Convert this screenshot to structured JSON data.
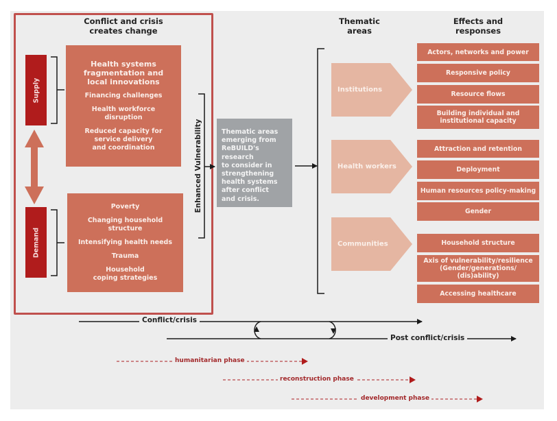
{
  "left_panel": {
    "title": "Conflict and crisis\ncreates change",
    "supply_label": "Supply",
    "demand_label": "Demand",
    "supply_items": [
      {
        "text": "Health systems\nfragmentation and\nlocal innovations",
        "emphasis": true
      },
      {
        "text": "Financing challenges",
        "emphasis": false
      },
      {
        "text": "Health workforce\ndisruption",
        "emphasis": false
      },
      {
        "text": "Reduced capacity for\nservice delivery\nand coordination",
        "emphasis": false
      }
    ],
    "demand_items": [
      {
        "text": "Poverty"
      },
      {
        "text": "Changing household\nstructure"
      },
      {
        "text": "Intensifying health needs"
      },
      {
        "text": "Trauma"
      },
      {
        "text": "Household\ncoping strategies"
      }
    ]
  },
  "vulnerability_label": "Enhanced Vulnerability",
  "center_box": {
    "text": "Thematic areas\nemerging from\nReBUILD's research\nto consider in\nstrengthening\nhealth systems\nafter conflict\nand crisis."
  },
  "thematic_heading": "Thematic\nareas",
  "effects_heading": "Effects and\nresponses",
  "thematic_areas": [
    {
      "name": "Institutions",
      "effects": [
        "Actors, networks and power",
        "Responsive policy",
        "Resource flows",
        "Building individual and\ninstitutional capacity"
      ]
    },
    {
      "name": "Health workers",
      "effects": [
        "Attraction and retention",
        "Deployment",
        "Human resources policy-making",
        "Gender"
      ]
    },
    {
      "name": "Communities",
      "effects": [
        "Household structure",
        "Axis of vulnerability/resilience\n(Gender/generations/\n(dis)ability)",
        "Accessing healthcare"
      ]
    }
  ],
  "timeline": {
    "conflict_label": "Conflict/crisis",
    "post_conflict_label": "Post conflict/crisis",
    "phases": [
      "humanitarian phase",
      "reconstruction phase",
      "development phase"
    ]
  },
  "colors": {
    "frame": "#c0504d",
    "dark_red": "#b01c1c",
    "orange": "#cd705a",
    "light_orange": "#e5b6a2",
    "gray": "#a0a3a6",
    "phase_red": "#a2282a"
  }
}
